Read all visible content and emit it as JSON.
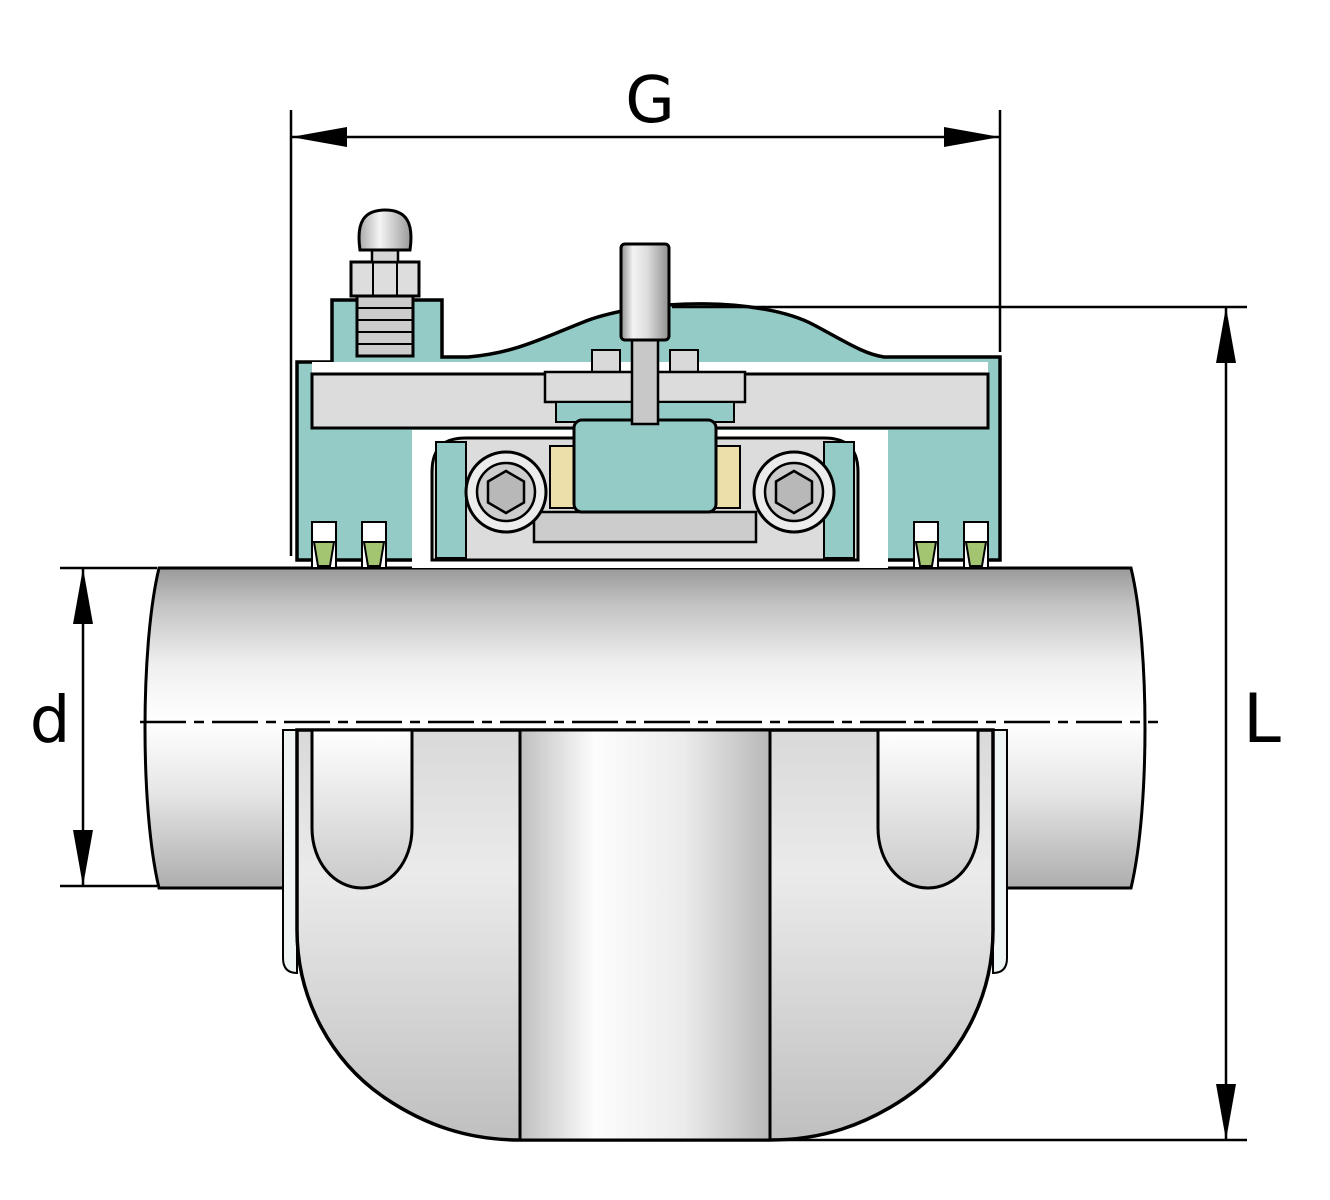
{
  "diagram": {
    "type": "technical-drawing",
    "subject": "split plummer block bearing unit cross-section with shaft",
    "dimension_labels": {
      "width": "G",
      "shaft_diameter": "d",
      "total_height": "L"
    },
    "colors": {
      "housing_teal": "#94cbc7",
      "seal_green": "#a3c572",
      "spacer_cream": "#ecdfa9",
      "metal_light": "#dcdcdc",
      "metal_mid": "#cccccc",
      "outline": "#000000",
      "background": "#ffffff"
    }
  }
}
